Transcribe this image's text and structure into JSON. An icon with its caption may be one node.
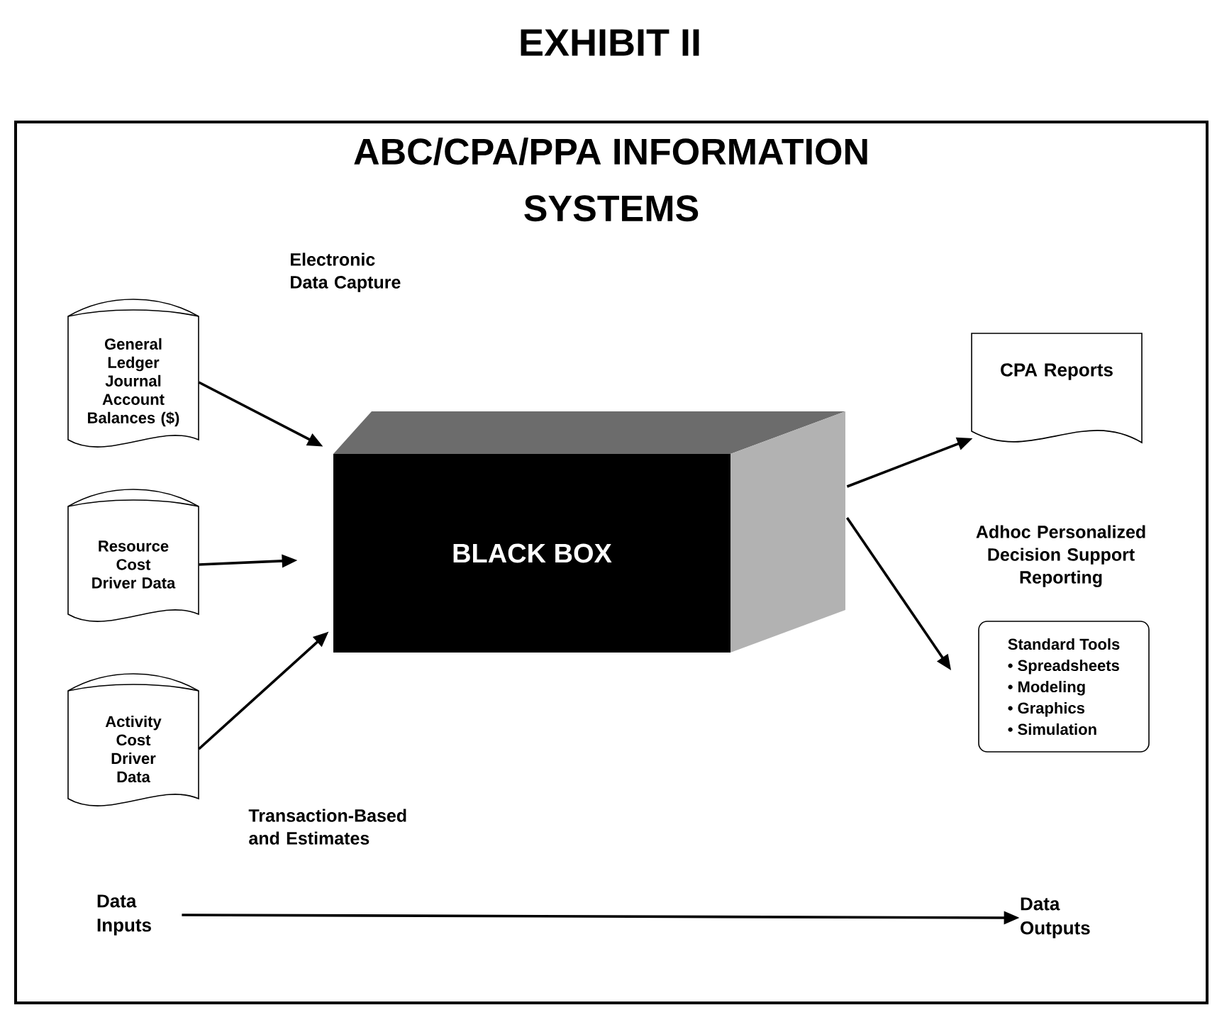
{
  "diagram": {
    "title": "EXHIBIT II",
    "nodes": [
      {
        "text": [
          "ABC/CPA/PPA INFORMATION SYSTEMS"
        ]
      },
      {
        "text": [
          "General Ledger Journal Account Balances ($)"
        ],
        "in": 0
      },
      {
        "text": [
          "Resource Cost Driver Data"
        ],
        "in": 0
      },
      {
        "text": [
          "Activity Cost Driver Data"
        ],
        "in": 0
      },
      {
        "text": [
          "BLACK BOX"
        ],
        "in": 0
      },
      {
        "text": [
          "CPA Reports"
        ],
        "in": 0
      },
      {
        "text": [
          "Standard Tools",
          "• Spreadsheets",
          "• Modeling",
          "• Graphics",
          "• Simulation"
        ],
        "in": 0
      },
      {
        "text": [
          "Data Inputs"
        ],
        "in": 0
      },
      {
        "text": [
          "Data Outputs"
        ],
        "in": 0
      }
    ],
    "edges": [
      {
        "from": 1,
        "to": 4,
        "arrow": "to"
      },
      {
        "from": 2,
        "to": 4,
        "arrow": "to"
      },
      {
        "from": 3,
        "to": 4,
        "arrow": "to"
      },
      {
        "from": 4,
        "to": 5,
        "arrow": "to"
      },
      {
        "from": 4,
        "to": 6,
        "arrow": "to"
      },
      {
        "from": 7,
        "to": 8,
        "arrow": "to"
      }
    ],
    "labels": [
      "Electronic Data Capture",
      "Transaction-Based and Estimates",
      "Adhoc Personalized Decision Support Reporting"
    ]
  }
}
